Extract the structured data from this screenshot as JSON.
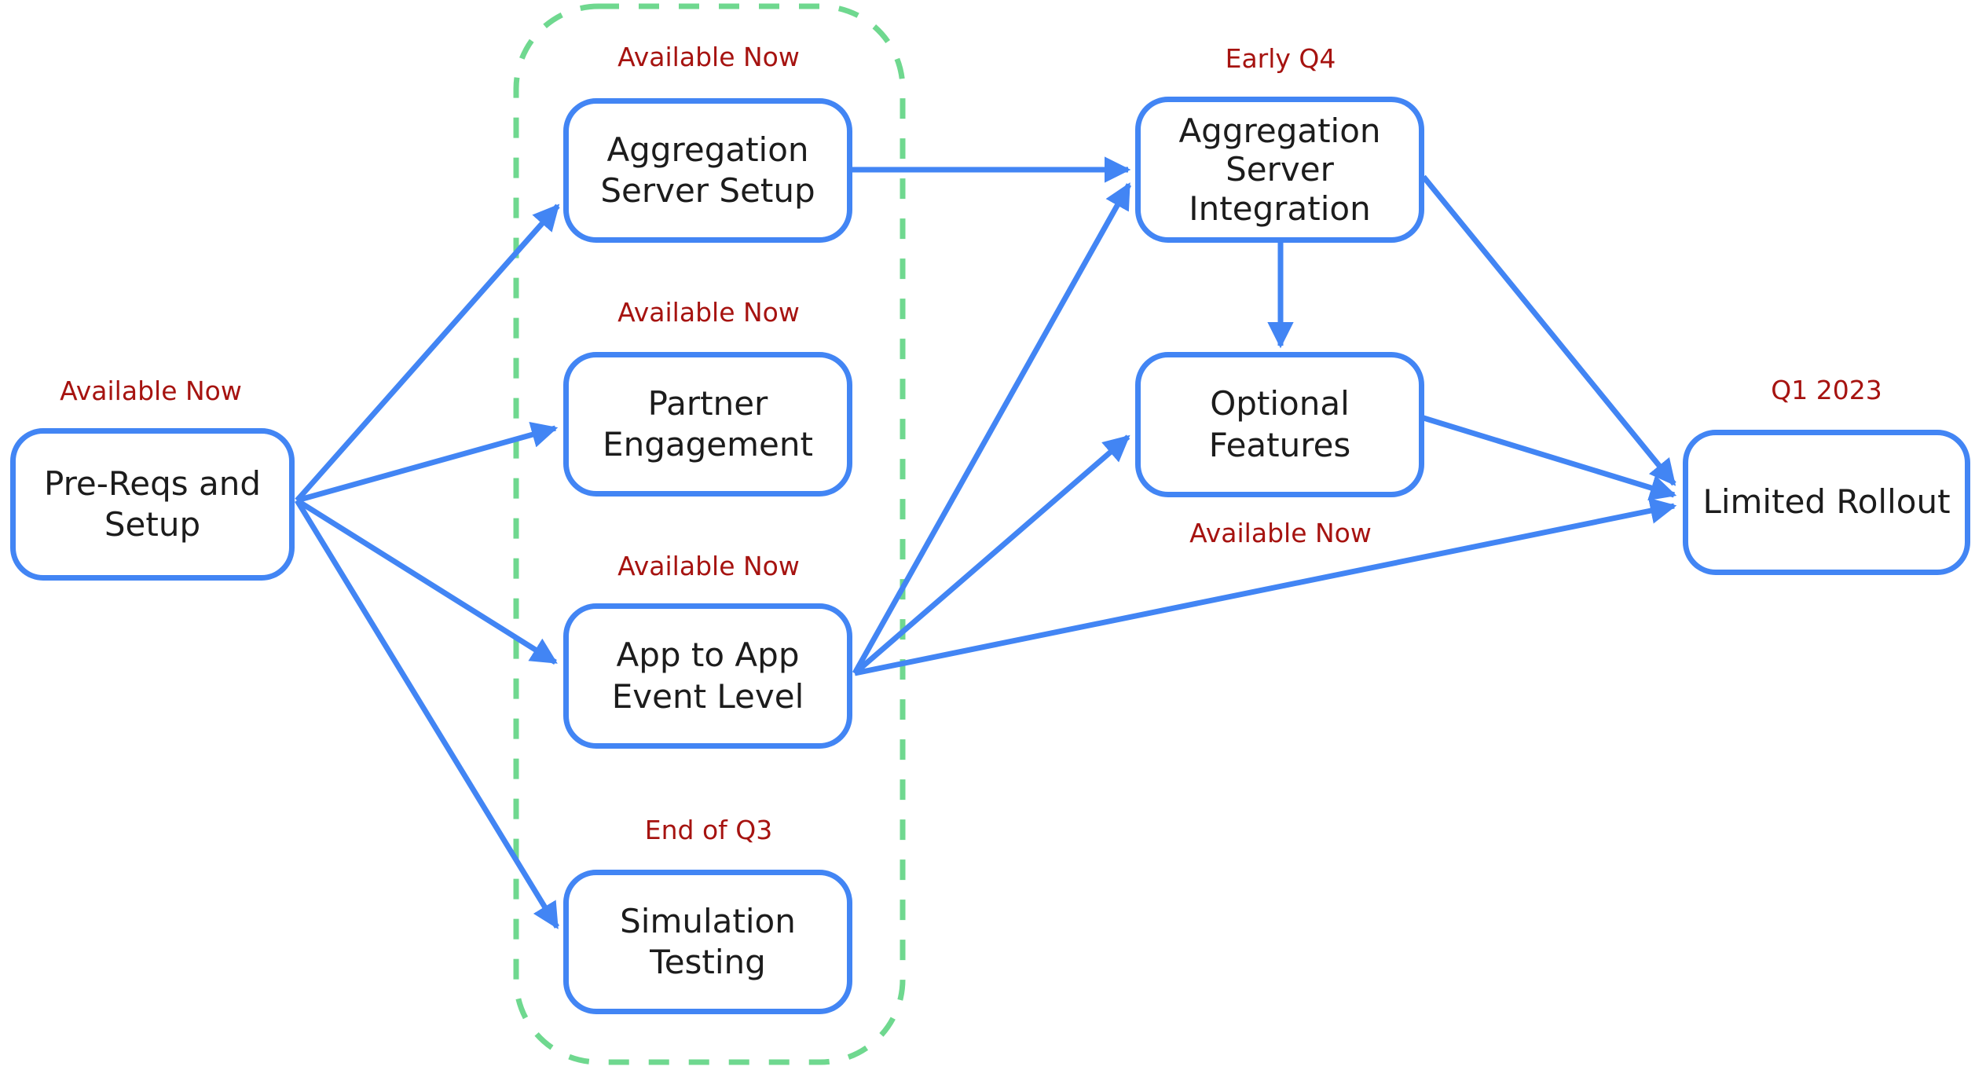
{
  "diagram": {
    "nodes": {
      "pre_reqs": {
        "label": "Pre-Reqs and Setup",
        "status": "Available Now"
      },
      "aggregation_server_setup": {
        "label": "Aggregation Server Setup",
        "status": "Available Now"
      },
      "partner_engagement": {
        "label": "Partner Engagement",
        "status": "Available Now"
      },
      "app_to_app_event_level": {
        "label": "App to App Event Level",
        "status": "Available Now"
      },
      "simulation_testing": {
        "label": "Simulation Testing",
        "status": "End of Q3"
      },
      "aggregation_server_integration": {
        "label": "Aggregation Server Integration",
        "status": "Early Q4"
      },
      "optional_features": {
        "label": "Optional Features",
        "status": "Available Now"
      },
      "limited_rollout": {
        "label": "Limited Rollout",
        "status": "Q1 2023"
      }
    },
    "group": {
      "members": [
        "aggregation_server_setup",
        "partner_engagement",
        "app_to_app_event_level",
        "simulation_testing"
      ]
    },
    "edges": [
      {
        "from": "pre_reqs",
        "to": "aggregation_server_setup"
      },
      {
        "from": "pre_reqs",
        "to": "partner_engagement"
      },
      {
        "from": "pre_reqs",
        "to": "app_to_app_event_level"
      },
      {
        "from": "pre_reqs",
        "to": "simulation_testing"
      },
      {
        "from": "aggregation_server_setup",
        "to": "aggregation_server_integration"
      },
      {
        "from": "app_to_app_event_level",
        "to": "aggregation_server_integration"
      },
      {
        "from": "app_to_app_event_level",
        "to": "optional_features"
      },
      {
        "from": "app_to_app_event_level",
        "to": "limited_rollout"
      },
      {
        "from": "aggregation_server_integration",
        "to": "optional_features"
      },
      {
        "from": "aggregation_server_integration",
        "to": "limited_rollout"
      },
      {
        "from": "optional_features",
        "to": "limited_rollout"
      }
    ],
    "colors": {
      "node_border": "#4285F4",
      "arrow": "#4285F4",
      "status_text": "#A61310",
      "node_text": "#1C1C1C",
      "group_border": "#6FD88F",
      "background": "#FFFFFF"
    }
  }
}
